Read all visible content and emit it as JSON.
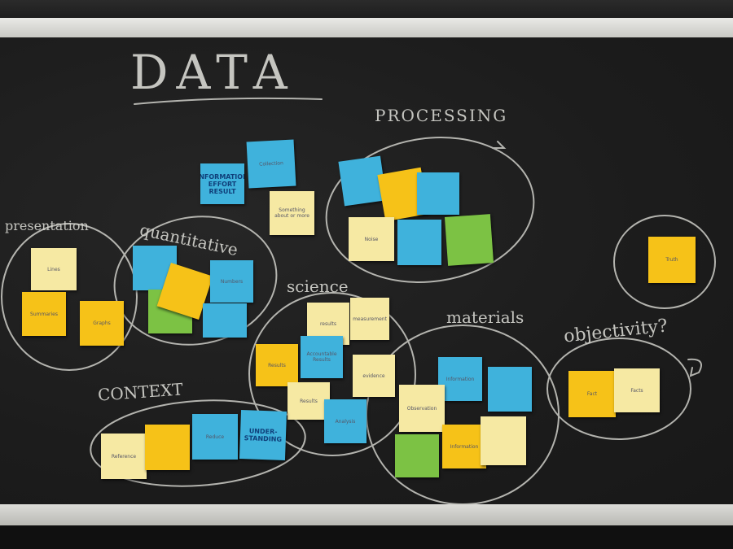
{
  "board": {
    "title": "DATA",
    "labels": {
      "processing": "PROCESSING",
      "presentation": "presentation",
      "quantitative": "quantitative",
      "science": "science",
      "materials": "materials",
      "objectivity": "objectivity?",
      "context": "CONTEXT"
    }
  },
  "notes": {
    "info_effort": "INFORMATION EFFORT RESULT",
    "collection": "Collection",
    "something": "Something about or more",
    "numbers": "Numbers",
    "truth": "Truth",
    "results": "results",
    "measurement": "measurement",
    "accountable": "Accountable Results",
    "evidence": "evidence",
    "results2": "Results",
    "results3": "Results",
    "analysis": "Analysis",
    "information": "Information",
    "observation": "Observation",
    "information2": "Information",
    "fact": "Fact",
    "facts": "Facts",
    "reference": "Reference",
    "understand": "UNDER- STANDING",
    "reduce": "Reduce",
    "noise": "Noise",
    "presentation_graphs": "Graphs",
    "presentation_lines": "Lines",
    "presentation_summaries": "Summaries"
  }
}
